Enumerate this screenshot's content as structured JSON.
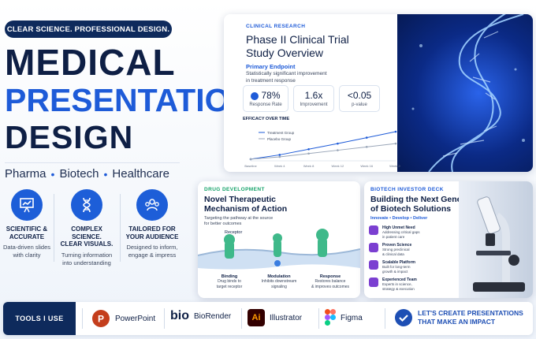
{
  "hero": {
    "pill": "CLEAR SCIENCE. PROFESSIONAL DESIGN.",
    "line1": "MEDICAL",
    "line2": "PRESENTATION",
    "line3": "DESIGN",
    "sectors": [
      "Pharma",
      "Biotech",
      "Healthcare"
    ],
    "sector_sep": "•"
  },
  "features": [
    {
      "icon": "chart-presentation-icon",
      "title_1": "SCIENTIFIC &",
      "title_2": "ACCURATE",
      "desc_1": "Data-driven slides",
      "desc_2": "with clarity"
    },
    {
      "icon": "dna-icon",
      "title_1": "COMPLEX SCIENCE.",
      "title_2": "CLEAR VISUALS.",
      "desc_1": "Turning information",
      "desc_2": "into understanding"
    },
    {
      "icon": "audience-icon",
      "title_1": "TAILORED FOR",
      "title_2": "YOUR AUDIENCE",
      "desc_1": "Designed to inform,",
      "desc_2": "engage & impress"
    }
  ],
  "card_trial": {
    "kicker": "CLINICAL RESEARCH",
    "title_1": "Phase II Clinical Trial",
    "title_2": "Study Overview",
    "primary": "Primary Endpoint",
    "primary_text_1": "Statistically significant improvement",
    "primary_text_2": "in treatment response",
    "stats": [
      {
        "value": "78%",
        "label": "Response Rate"
      },
      {
        "value": "1.6x",
        "label": "Improvement"
      },
      {
        "value": "<0.05",
        "label": "p-value"
      }
    ]
  },
  "chart_data": {
    "type": "line",
    "title": "EFFICACY OVER TIME",
    "categories": [
      "Baseline",
      "Week 4",
      "Week 8",
      "Week 12",
      "Week 16",
      "Week 20"
    ],
    "series": [
      {
        "name": "Treatment Group",
        "values": [
          5,
          18,
          35,
          52,
          70,
          88
        ]
      },
      {
        "name": "Placebo Group",
        "values": [
          5,
          12,
          22,
          32,
          42,
          52
        ]
      }
    ],
    "ylim": [
      0,
      100
    ],
    "colors": [
      "#1e5bd8",
      "#9aa6b8"
    ]
  },
  "card_mech": {
    "kicker": "DRUG DEVELOPMENT",
    "title_1": "Novel Therapeutic",
    "title_2": "Mechanism of Action",
    "text_1": "Targeting the pathway at the source",
    "text_2": "for better outcomes",
    "receptor": "Receptor",
    "steps": [
      {
        "label": "Binding",
        "d1": "Drug binds to",
        "d2": "target receptor"
      },
      {
        "label": "Modulation",
        "d1": "Inhibits downstream",
        "d2": "signaling"
      },
      {
        "label": "Response",
        "d1": "Restores balance",
        "d2": "& improves outcomes"
      }
    ]
  },
  "card_biotech": {
    "kicker": "BIOTECH INVESTOR DECK",
    "title_1": "Building the Next Generation",
    "title_2": "of Biotech Solutions",
    "tagline": "Innovate • Develop • Deliver",
    "rows": [
      {
        "title": "High Unmet Need",
        "d1": "Addressing critical gaps",
        "d2": "in patient care"
      },
      {
        "title": "Proven Science",
        "d1": "Strong preclinical",
        "d2": "& clinical data"
      },
      {
        "title": "Scalable Platform",
        "d1": "Built for long-term",
        "d2": "growth & impact"
      },
      {
        "title": "Experienced Team",
        "d1": "Experts in science,",
        "d2": "strategy & execution"
      }
    ]
  },
  "footer": {
    "tools_label": "TOOLS I USE",
    "tools": [
      {
        "name": "PowerPoint",
        "icon": "powerpoint-icon",
        "color": "#c43e1c"
      },
      {
        "name": "BioRender",
        "icon": "biorender-icon",
        "mark": "bio"
      },
      {
        "name": "Illustrator",
        "icon": "illustrator-icon",
        "mark": "Ai"
      },
      {
        "name": "Figma",
        "icon": "figma-icon"
      }
    ],
    "cta_1": "LET'S CREATE PRESENTATIONS",
    "cta_2": "THAT MAKE AN IMPACT"
  }
}
